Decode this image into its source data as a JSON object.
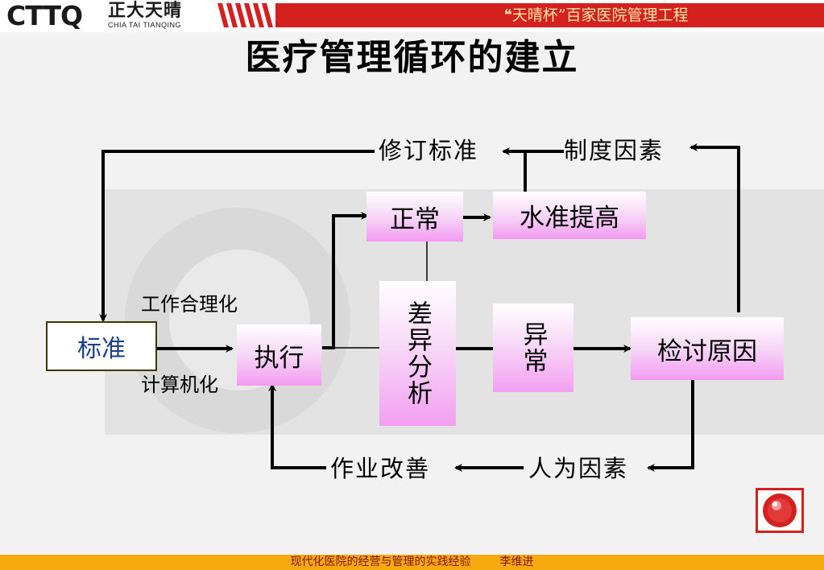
{
  "header": {
    "logo_mark": "CTTQ",
    "logo_cn": "正大天晴",
    "logo_en": "CHIA TAI TIANQING",
    "program_title": "❝天晴杯”百家医院管理工程"
  },
  "title": "医疗管理循环的建立",
  "diagram": {
    "standard": "标准",
    "execute": "执行",
    "normal": "正常",
    "level_up": "水准提高",
    "variance_analysis": "差异分析",
    "abnormal": "异常",
    "review_cause": "检讨原因",
    "revise_standard": "修订标准",
    "system_factor": "制度因素",
    "human_factor": "人为因素",
    "work_improve": "作业改善",
    "work_rationalize": "工作合理化",
    "computerize": "计算机化"
  },
  "footer": {
    "text": "现代化医院的经营与管理的实践经验",
    "author": "李维进"
  },
  "colors": {
    "program_band": "#d52020",
    "footer_band": "#f5ab10",
    "box_pink": "#f39af2",
    "standard_text": "#1b3f8f"
  }
}
